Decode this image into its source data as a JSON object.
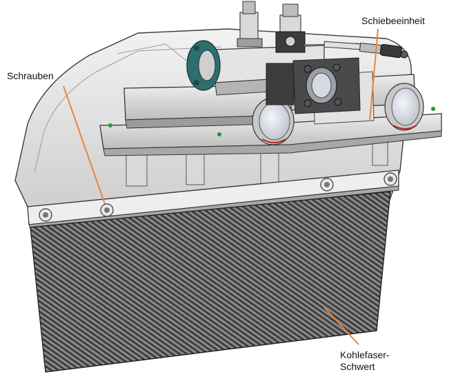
{
  "labels": {
    "screws": "Schrauben",
    "slide_unit": "Schiebeeinheit",
    "sword_line1": "Kohlefaser-",
    "sword_line2": "Schwert"
  },
  "colors": {
    "leader_line": "#e8843a",
    "metal_light": "#e6e6e6",
    "metal_mid": "#c9c9c9",
    "metal_dark": "#8c8c8c",
    "clamp_teal": "#2f6e6e",
    "carbon_dark": "#3a3a3a",
    "carbon_light": "#7a7a7a",
    "accent_red": "#b42020",
    "accent_green": "#2f8f3a"
  },
  "icons": [
    "screw-icon",
    "pneumatic-connector-icon",
    "cable-plug-icon"
  ]
}
